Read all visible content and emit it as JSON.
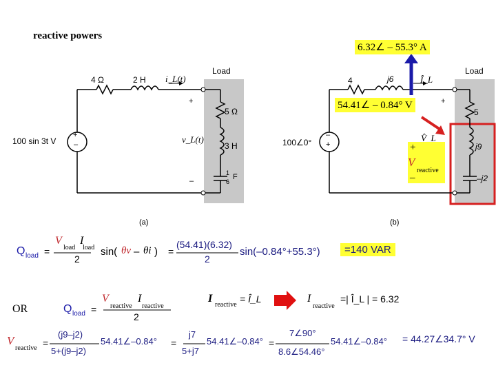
{
  "slide": {
    "title": "reactive powers",
    "callout_current": "6.32∠ – 55.3° A",
    "callout_voltage": "54.41∠ – 0.84°  V",
    "or_label": "OR"
  },
  "circuit_a": {
    "resistor": "4 Ω",
    "inductor": "2 H",
    "current_label": "i_L(t)",
    "load_label": "Load",
    "source": "100 sin 3t V",
    "voltage_label": "v_L(t)",
    "r_load": "5 Ω",
    "l_load": "3 H",
    "c_load_num": "1",
    "c_load_den": "6",
    "c_load_unit": "F",
    "plus": "+",
    "minus": "–",
    "caption": "(a)"
  },
  "circuit_b": {
    "resistor": "4",
    "inductor": "j6",
    "current_label": "Î_L",
    "load_label": "Load",
    "source": "100∠0°",
    "voltage_label": "V̂_L",
    "r_load": "5",
    "l_load": "j9",
    "c_load": "–j2",
    "plus": "+",
    "minus": "–",
    "caption": "(b)",
    "v_reactive": "V",
    "v_reactive_sub": "reactive"
  },
  "equations": {
    "q_load": "Q",
    "q_sub": "load",
    "eq1_num_v": "V",
    "eq1_num_v_sub": "load",
    "eq1_num_i": "I",
    "eq1_num_i_sub": "load",
    "eq1_den": "2",
    "eq1_sin": "sin(",
    "eq1_theta_v": "θv",
    "eq1_minus": " – ",
    "eq1_theta_i": "θi",
    "eq1_close": " )",
    "eq1_num2": "(54.41)(6.32)",
    "eq1_den2": "2",
    "eq1_sin2": "sin(–0.84°+55.3°)",
    "eq1_result": "=140  VAR",
    "eq2_num": "V reactive I reactive",
    "eq2_v": "V",
    "eq2_v_sub": "reactive",
    "eq2_i": "I",
    "eq2_i_sub": "reactive",
    "eq2_den": "2",
    "i_reactive": "I",
    "i_reactive_sub": "reactive",
    "i_reactive_eq": "= Î_L",
    "i_reactive2": "I",
    "i_reactive2_sub": "reactive",
    "i_reactive2_eq": "=| Î_L | = 6.32",
    "v_reactive": "V",
    "v_reactive_sub": "reactive",
    "eq3_f1_num": "(j9–j2)",
    "eq3_f1_den": "5+(j9–j2)",
    "eq3_f1_mag": "54.41∠–0.84°",
    "eq3_f2_num": "j7",
    "eq3_f2_den": "5+j7",
    "eq3_f2_mag": "54.41∠–0.84°",
    "eq3_f3_num": "7∠90°",
    "eq3_f3_den": "8.6∠54.46°",
    "eq3_f3_mag": "54.41∠–0.84°",
    "eq3_result": "= 44.27∠34.7°  V"
  }
}
